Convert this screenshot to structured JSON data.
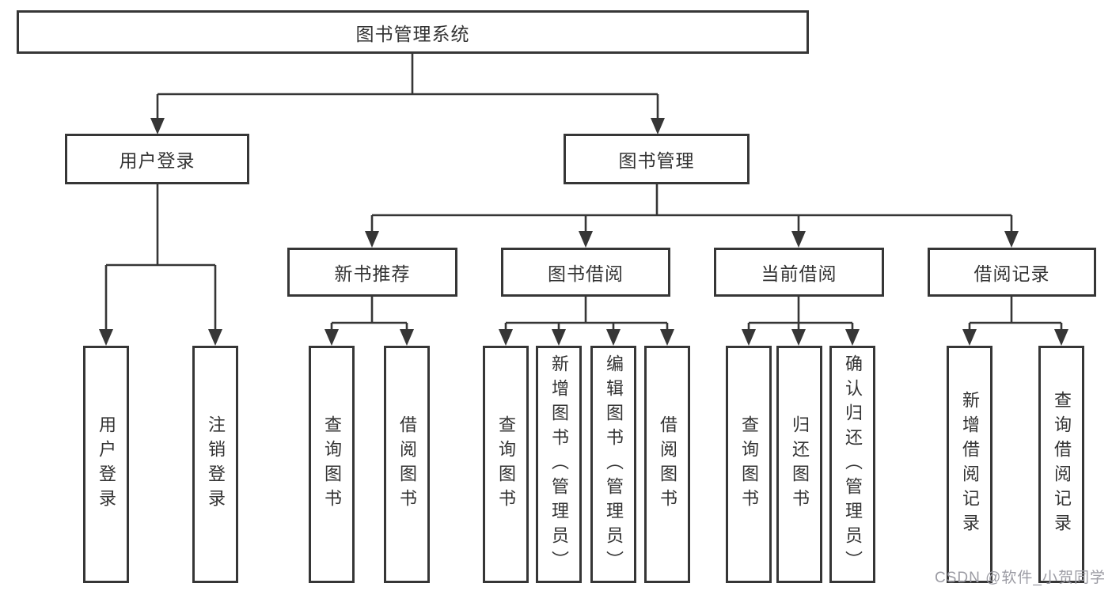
{
  "diagram": {
    "root": {
      "label": "图书管理系统"
    },
    "branches": [
      {
        "label": "用户登录",
        "children": [
          {
            "label": "用户登录"
          },
          {
            "label": "注销登录"
          }
        ]
      },
      {
        "label": "图书管理",
        "children": [
          {
            "label": "新书推荐",
            "children": [
              {
                "label": "查询图书"
              },
              {
                "label": "借阅图书"
              }
            ]
          },
          {
            "label": "图书借阅",
            "children": [
              {
                "label": "查询图书"
              },
              {
                "label": "新增图书（管理员）"
              },
              {
                "label": "编辑图书（管理员）"
              },
              {
                "label": "借阅图书"
              }
            ]
          },
          {
            "label": "当前借阅",
            "children": [
              {
                "label": "查询图书"
              },
              {
                "label": "归还图书"
              },
              {
                "label": "确认归还（管理员）"
              }
            ]
          },
          {
            "label": "借阅记录",
            "children": [
              {
                "label": "新增借阅记录"
              },
              {
                "label": "查询借阅记录"
              }
            ]
          }
        ]
      }
    ]
  },
  "watermark": {
    "text": "CSDN @软件_小贺同学"
  },
  "colors": {
    "line": "#363636",
    "box_border": "#363636",
    "text": "#333333",
    "background": "#ffffff",
    "watermark": "#9c9ca4"
  }
}
